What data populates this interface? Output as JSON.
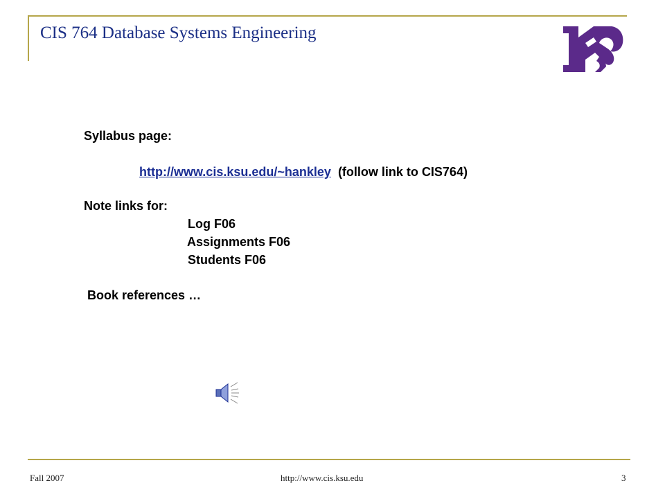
{
  "title": "CIS 764 Database Systems Engineering",
  "logo_icon": "wildcat-logo-icon",
  "colors": {
    "title": "#1b2f86",
    "accent_line": "#b5a64a",
    "link": "#1c2f94",
    "logo": "#5b2a8a"
  },
  "body": {
    "syllabus_label": "Syllabus page:",
    "syllabus_link": "http://www.cis.ksu.edu/~hankley",
    "syllabus_note": "(follow link to CIS764)",
    "notes_label": "Note links for:",
    "note_items": [
      "Log  F06",
      "Assignments   F06",
      "Students  F06"
    ],
    "book_refs": "Book references …"
  },
  "sound_icon": "speaker-icon",
  "footer": {
    "left": "Fall 2007",
    "center": "http://www.cis.ksu.edu",
    "page_number": "3"
  }
}
